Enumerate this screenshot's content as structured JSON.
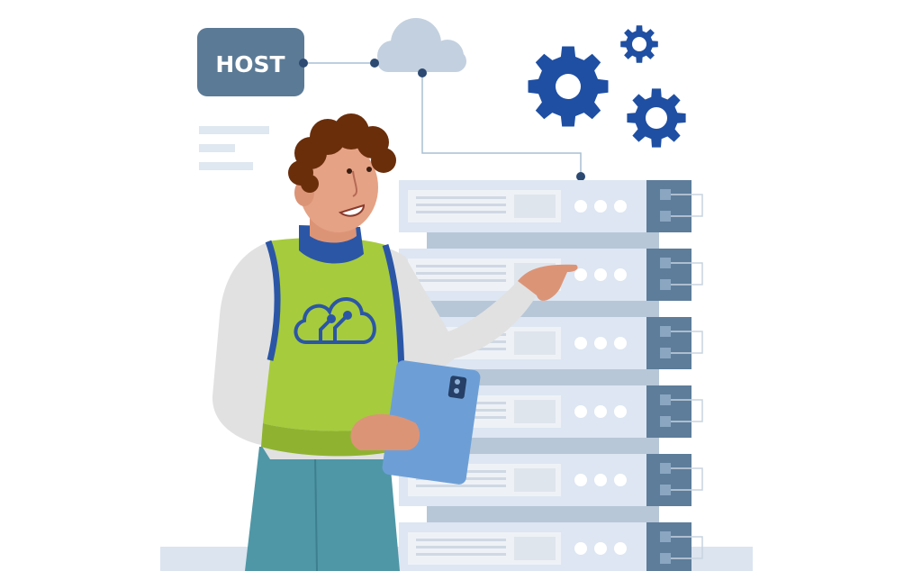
{
  "host_badge": {
    "label": "HOST"
  },
  "colors": {
    "background": "#ffffff",
    "host_badge": "#5b7a96",
    "cloud": "#c3d0df",
    "connector_line": "#a9bfd4",
    "connector_dot": "#2c4a72",
    "gear": "#1f4fa3",
    "server_face": "#dde6f2",
    "server_panel": "#eef2f7",
    "server_port": "#5d7d9a",
    "server_light": "#ffffff",
    "vest": "#a6cb3d",
    "shirt": "#e1e1e1",
    "collar": "#2b56a6",
    "pants": "#4f97a6",
    "hair": "#6a2e0b",
    "skin": "#dc9477",
    "tablet": "#6d9fd6",
    "floor": "#dbe4ef",
    "text_lines": "#dfe7f0"
  },
  "servers": {
    "count": 6,
    "status_lights_per_unit": 3
  },
  "icons": [
    "cloud-icon",
    "gear-icon-large",
    "gear-icon-small-top",
    "gear-icon-small-bottom",
    "cloud-circuit-logo-icon"
  ]
}
